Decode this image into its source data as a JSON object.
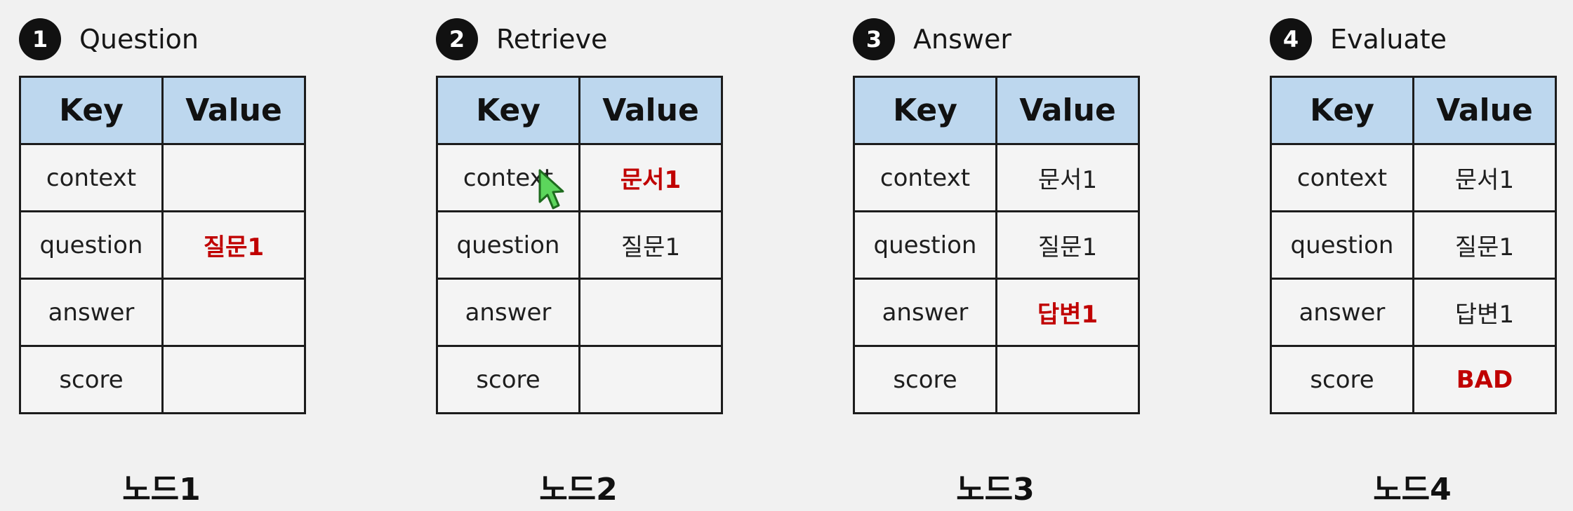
{
  "headers": {
    "key": "Key",
    "value": "Value"
  },
  "keys": [
    "context",
    "question",
    "answer",
    "score"
  ],
  "steps": [
    {
      "num": "1",
      "label": "Question",
      "values": [
        "",
        "질문1",
        "",
        ""
      ],
      "node": "노드1"
    },
    {
      "num": "2",
      "label": "Retrieve",
      "values": [
        "문서1",
        "질문1",
        "",
        ""
      ],
      "node": "노드2"
    },
    {
      "num": "3",
      "label": "Answer",
      "values": [
        "문서1",
        "질문1",
        "답변1",
        ""
      ],
      "node": "노드3"
    },
    {
      "num": "4",
      "label": "Evaluate",
      "values": [
        "문서1",
        "질문1",
        "답변1",
        "BAD"
      ],
      "node": "노드4"
    }
  ],
  "colors": {
    "header_bg": "#bdd7ee",
    "highlight": "#c00000",
    "cursor": "#5cd65c"
  }
}
